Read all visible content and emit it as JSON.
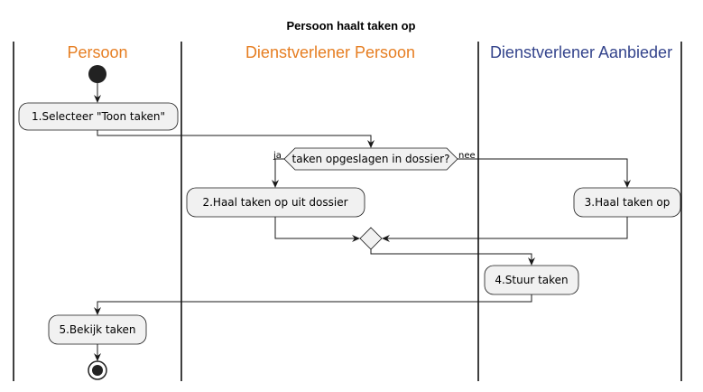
{
  "title": "Persoon haalt taken op",
  "lanes": [
    {
      "label": "Persoon",
      "color": "#E67E22"
    },
    {
      "label": "Dienstverlener Persoon",
      "color": "#E67E22"
    },
    {
      "label": "Dienstverlener Aanbieder",
      "color": "#34448C"
    }
  ],
  "activities": {
    "a1": "1.Selecteer \"Toon taken\"",
    "a2": "2.Haal taken op uit dossier",
    "a3": "3.Haal taken op",
    "a4": "4.Stuur taken",
    "a5": "5.Bekijk taken"
  },
  "decision": {
    "question": "taken opgeslagen in dossier?",
    "yes_label": "ja",
    "no_label": "nee"
  },
  "colors": {
    "node_fill": "#F1F1F1",
    "stroke": "#181818"
  }
}
